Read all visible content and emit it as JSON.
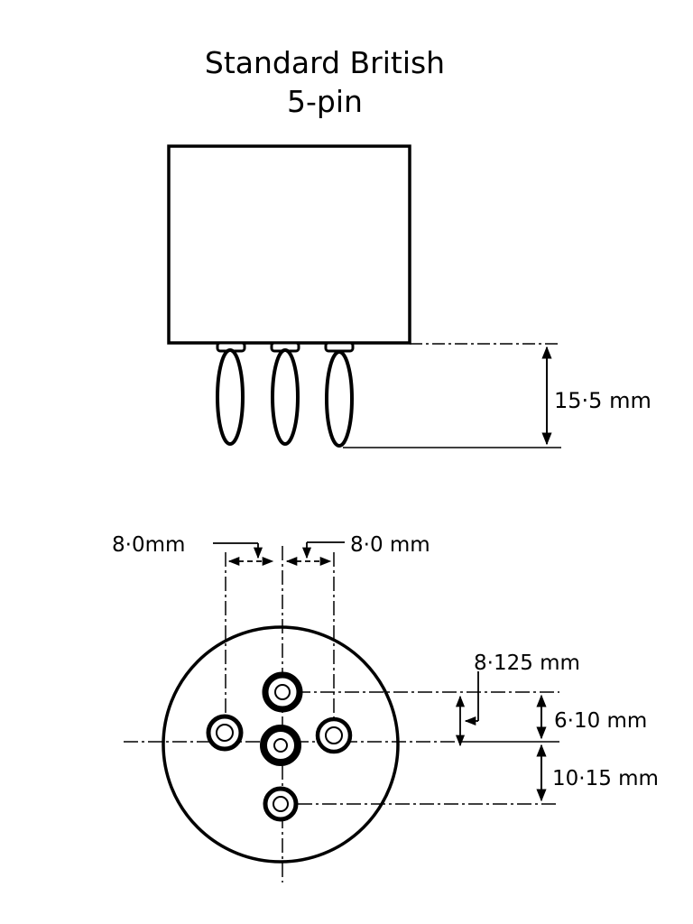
{
  "title": {
    "line1": "Standard British",
    "line2": "5-pin"
  },
  "dimensions": {
    "pin_length": "15·5 mm",
    "left_spacing": "8·0mm",
    "right_spacing": "8·0 mm",
    "offset": "8·125 mm",
    "upper_spacing": "6·10 mm",
    "lower_spacing": "10·15 mm"
  },
  "colors": {
    "ink": "#000000",
    "paper": "#ffffff"
  }
}
